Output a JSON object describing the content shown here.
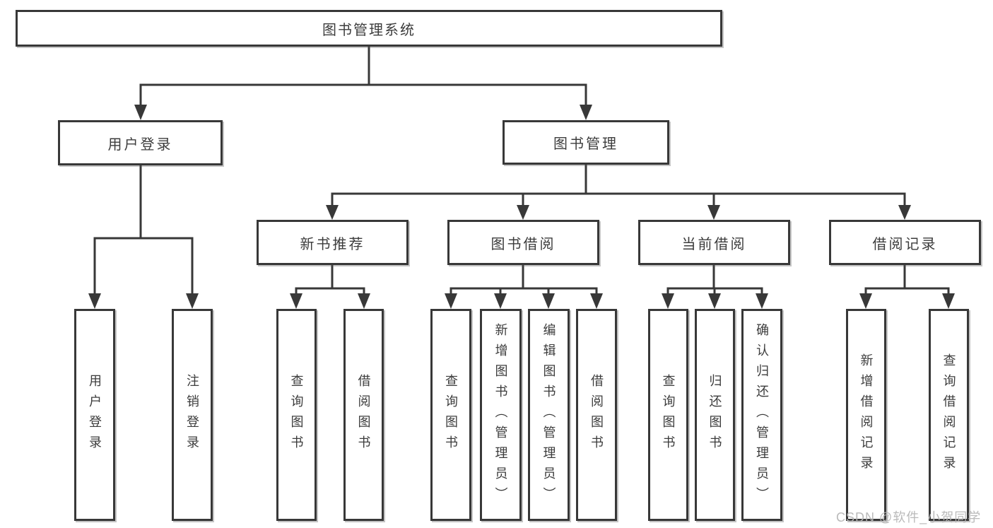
{
  "diagram": {
    "title": "图书管理系统",
    "branches": [
      {
        "label": "用户登录",
        "children": [
          {
            "label": "用户登录"
          },
          {
            "label": "注销登录"
          }
        ]
      },
      {
        "label": "图书管理",
        "children": [
          {
            "label": "新书推荐",
            "children": [
              {
                "label": "查询图书"
              },
              {
                "label": "借阅图书"
              }
            ]
          },
          {
            "label": "图书借阅",
            "children": [
              {
                "label": "查询图书"
              },
              {
                "label": "新增图书（管理员）"
              },
              {
                "label": "编辑图书（管理员）"
              },
              {
                "label": "借阅图书"
              }
            ]
          },
          {
            "label": "当前借阅",
            "children": [
              {
                "label": "查询图书"
              },
              {
                "label": "归还图书"
              },
              {
                "label": "确认归还（管理员）"
              }
            ]
          },
          {
            "label": "借阅记录",
            "children": [
              {
                "label": "新增借阅记录"
              },
              {
                "label": "查询借阅记录"
              }
            ]
          }
        ]
      }
    ]
  },
  "watermark": {
    "text": "CSDN @软件_小贺同学"
  },
  "colors": {
    "line": "#383838",
    "box_border": "#383838",
    "text": "#3c3c3c",
    "watermark": "#b6b6b6",
    "background": "#ffffff"
  }
}
